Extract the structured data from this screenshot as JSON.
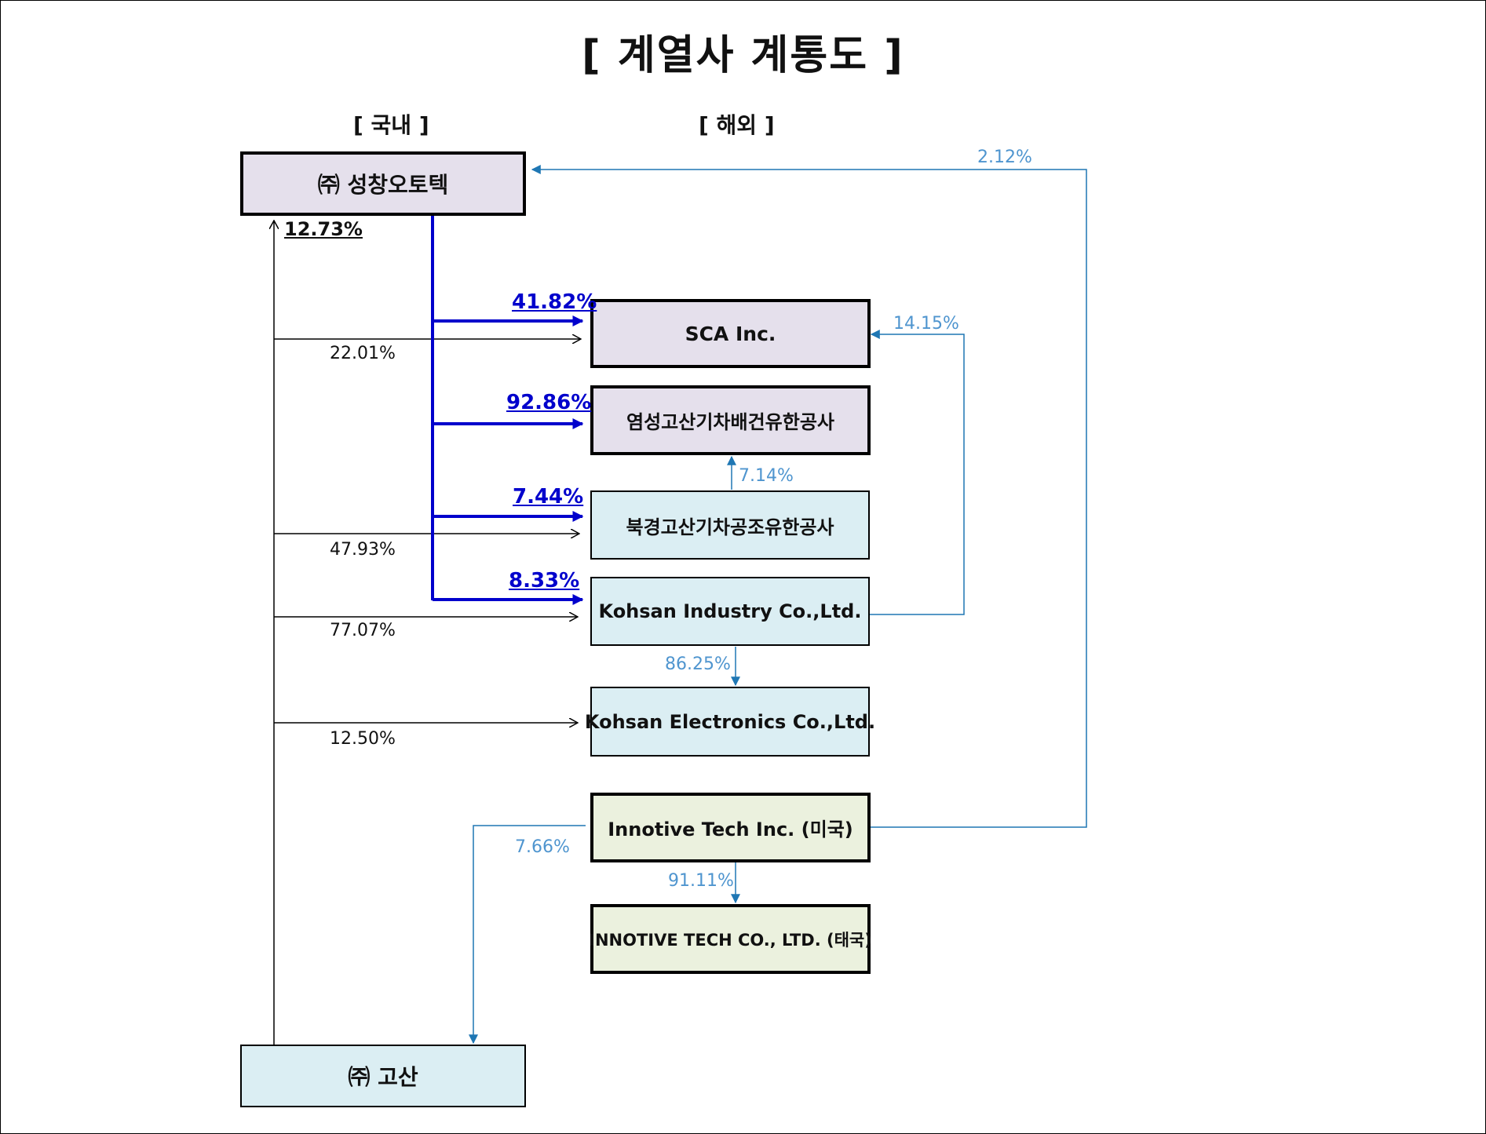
{
  "title": "[ 계열사 계통도 ]",
  "sections": {
    "domestic": "[ 국내 ]",
    "overseas": "[ 해외 ]"
  },
  "companies": {
    "seongchang": "㈜ 성창오토텍",
    "sca": "SCA Inc.",
    "yeomseong": "염성고산기차배건유한공사",
    "bukgyeong": "북경고산기차공조유한공사",
    "kohsan_industry": "Kohsan Industry Co.,Ltd.",
    "kohsan_electronics": "Kohsan Electronics Co.,Ltd.",
    "innotive_us": "Innotive Tech Inc. (미국)",
    "innotive_th": "INNOTIVE TECH CO., LTD. (태국)",
    "gosan": "㈜ 고산"
  },
  "stakes": {
    "gosan_to_seongchang": "12.73%",
    "seongchang_to_sca": "41.82%",
    "seongchang_to_yeomseong": "92.86%",
    "seongchang_to_bukgyeong": "7.44%",
    "seongchang_to_kohsan_industry": "8.33%",
    "gosan_to_sca": "22.01%",
    "gosan_to_bukgyeong": "47.93%",
    "gosan_to_kohsan_industry": "77.07%",
    "gosan_to_kohsan_electronics": "12.50%",
    "innotive_us_to_seongchang": "2.12%",
    "kohsan_industry_to_sca": "14.15%",
    "bukgyeong_to_yeomseong": "7.14%",
    "kohsan_industry_to_electronics": "86.25%",
    "innotive_us_to_gosan": "7.66%",
    "innotive_us_to_th": "91.11%"
  },
  "colors": {
    "owner_line": "#0000cc",
    "affiliate_line": "#1f77b4",
    "domestic_line": "#000000",
    "purple_fill": "#e5e0ec",
    "blue_fill": "#dbeef3",
    "green_fill": "#ebf1de"
  }
}
